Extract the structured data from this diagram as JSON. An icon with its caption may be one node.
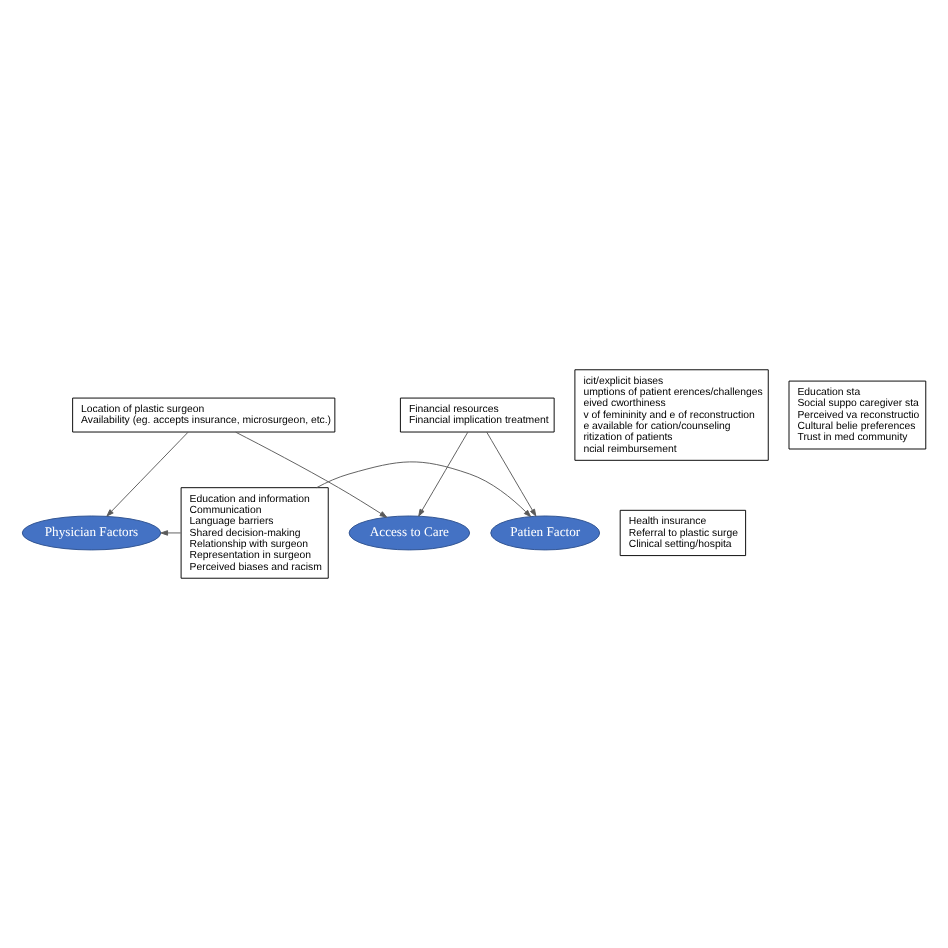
{
  "diagram": {
    "nodes": [
      {
        "text": [
          "Access to Care"
        ]
      },
      {
        "text": [
          "Health insurance",
          "Referral to plastic surge",
          "Clinical setting/hospita"
        ]
      },
      {
        "text": [
          "Location of plastic surgeon",
          "Availability (eg. accepts insurance, microsurgeon, etc.)"
        ]
      },
      {
        "text": [
          "Financial resources",
          "Financial implication treatment"
        ]
      },
      {
        "text": [
          "Physician Factors"
        ]
      },
      {
        "text": [
          "Education and information",
          "Communication",
          "Language barriers",
          "Shared decision-making",
          "Relationship with surgeon",
          "Representation in surgeon",
          "Perceived biases and racism"
        ]
      },
      {
        "text": [
          "Patien Factor"
        ]
      },
      {
        "text": [
          "icit/explicit biases",
          "umptions of patient erences/challenges",
          "eived cworthiness",
          "v of femininity and e of reconstruction",
          "e available for cation/counseling",
          "ritization of patients",
          "ncial reimbursement"
        ]
      },
      {
        "text": [
          "Education sta",
          "Social suppo caregiver sta",
          "Perceived va reconstructio",
          "Cultural belie preferences",
          "Trust in med community"
        ]
      }
    ],
    "edges": [
      {
        "from": 2,
        "to": 0,
        "arrow": "to"
      },
      {
        "from": 3,
        "to": 0,
        "arrow": "to"
      },
      {
        "from": 2,
        "to": 4,
        "arrow": "to"
      },
      {
        "from": 3,
        "to": 6,
        "arrow": "to"
      },
      {
        "from": 5,
        "to": 4,
        "arrow": "to"
      },
      {
        "from": 5,
        "to": 6,
        "arrow": "to"
      }
    ]
  }
}
